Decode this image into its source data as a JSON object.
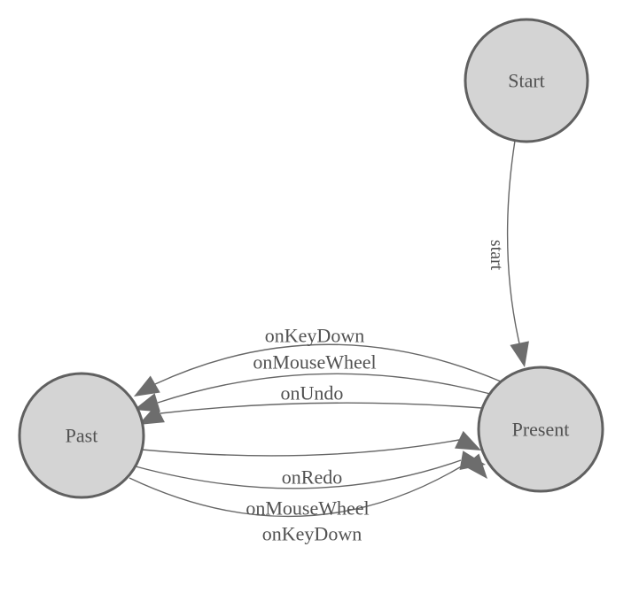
{
  "diagram": {
    "kind": "state-machine",
    "colors": {
      "background": "#ffffff",
      "node_fill": "#d4d4d4",
      "node_stroke": "#606060",
      "edge_stroke": "#666666",
      "arrow_fill": "#6d6d6d",
      "text_color": "#515151"
    },
    "nodes": [
      {
        "id": "start",
        "label": "Start"
      },
      {
        "id": "present",
        "label": "Present"
      },
      {
        "id": "past",
        "label": "Past"
      }
    ],
    "edges": [
      {
        "from": "start",
        "to": "present",
        "label": "start"
      },
      {
        "from": "present",
        "to": "past",
        "label": "onKeyDown"
      },
      {
        "from": "present",
        "to": "past",
        "label": "onMouseWheel"
      },
      {
        "from": "present",
        "to": "past",
        "label": "onUndo"
      },
      {
        "from": "past",
        "to": "present",
        "label": "onRedo"
      },
      {
        "from": "past",
        "to": "present",
        "label": "onMouseWheel"
      },
      {
        "from": "past",
        "to": "present",
        "label": "onKeyDown"
      }
    ]
  }
}
